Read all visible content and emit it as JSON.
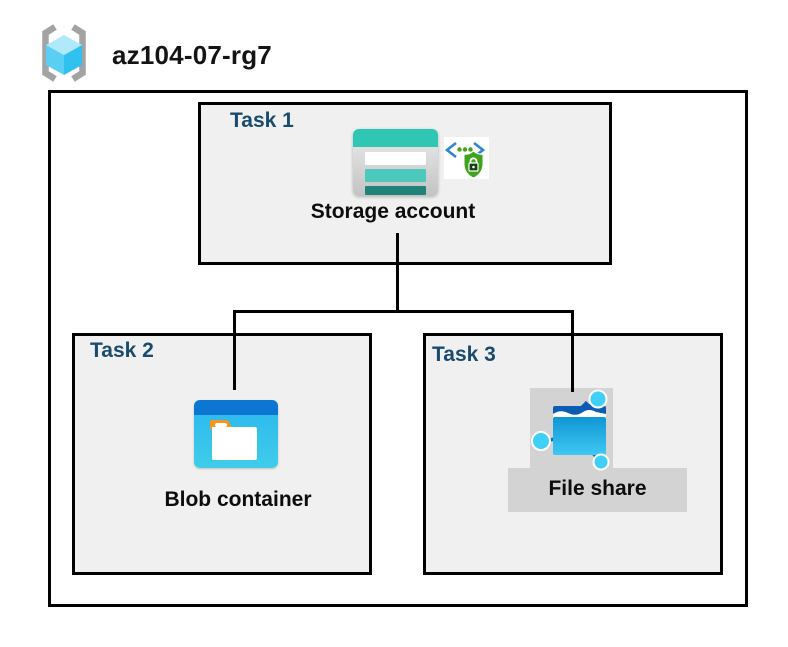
{
  "header": {
    "icon": "azure-resource-group",
    "title": "az104-07-rg7"
  },
  "diagram": {
    "tasks": [
      {
        "label": "Task 1",
        "resource": "Storage account",
        "icons": [
          "storage-account",
          "sas-shield-lock"
        ]
      },
      {
        "label": "Task 2",
        "resource": "Blob container",
        "icons": [
          "blob-container"
        ]
      },
      {
        "label": "Task 3",
        "resource": "File share",
        "icons": [
          "file-share"
        ],
        "highlighted": true
      }
    ],
    "connections": [
      {
        "from": "Storage account",
        "to": "Blob container"
      },
      {
        "from": "Storage account",
        "to": "File share"
      }
    ]
  },
  "colors": {
    "task_label": "#1a4a6e",
    "box_fill": "#f0f0f0",
    "box_border": "#000000",
    "highlight_fill": "#d3d3d3",
    "storage_teal": "#2fc6b3",
    "storage_teal_dark": "#1f8379",
    "blob_header_blue": "#0d76d3",
    "blob_body_cyan": "#2bb7ed",
    "folder_tab_orange": "#f5941f",
    "share_folder_blue": "#0a5cb4",
    "share_node_cyan": "#3fd0f7",
    "shield_green": "#3fa31e",
    "code_bracket_blue": "#2e86cc",
    "rg_bracket_gray": "#a3a3a3",
    "rg_cube_blue": "#58cef3"
  }
}
